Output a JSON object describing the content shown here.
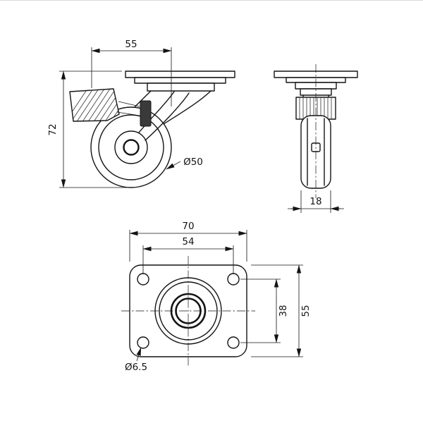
{
  "drawing_type": "caster-wheel-technical-drawing",
  "views": {
    "front": {
      "dim_width_top": "55",
      "dim_overall_height": "72",
      "label_wheel_diameter": "Ø50"
    },
    "side": {
      "dim_wheel_width": "18"
    },
    "plate": {
      "dim_plate_length": "70",
      "dim_bolt_spacing_length": "54",
      "dim_bolt_spacing_width": "38",
      "dim_plate_width": "55",
      "label_hole_diameter": "Ø6.5"
    }
  },
  "colors": {
    "line": "#141414",
    "background": "#ffffff"
  }
}
